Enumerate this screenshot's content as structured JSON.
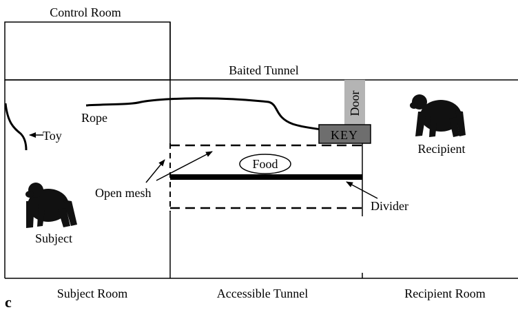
{
  "rooms": {
    "control": "Control Room",
    "baited_tunnel": "Baited Tunnel",
    "subject_room": "Subject Room",
    "accessible_tunnel": "Accessible Tunnel",
    "recipient_room": "Recipient Room"
  },
  "labels": {
    "rope": "Rope",
    "toy": "Toy",
    "key": "KEY",
    "door": "Door",
    "food": "Food",
    "open_mesh": "Open mesh",
    "divider": "Divider",
    "subject": "Subject",
    "recipient": "Recipient"
  },
  "panel_label": "c",
  "colors": {
    "line": "#000000",
    "key_box": "#6e6e6e",
    "door": "#b4b4b4",
    "chimp": "#111111"
  }
}
